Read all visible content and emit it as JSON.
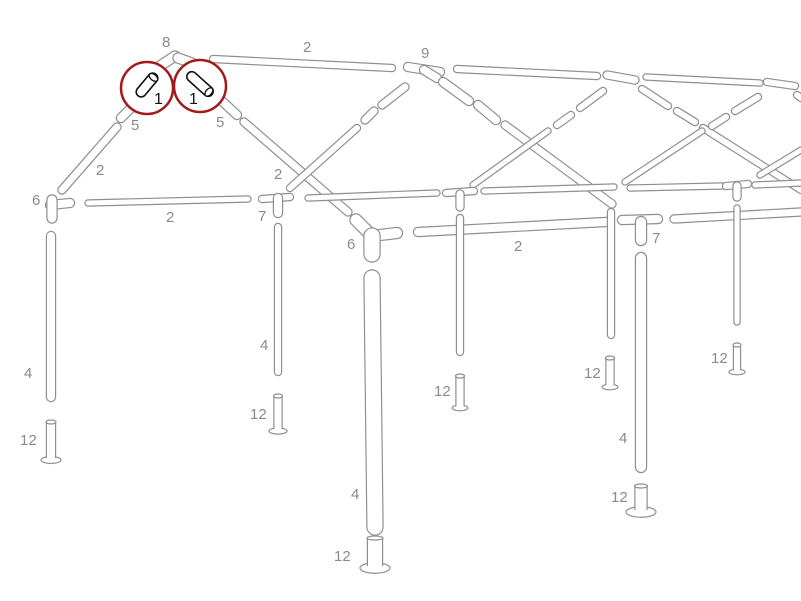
{
  "diagram": {
    "part_labels": [
      "8",
      "2",
      "9",
      "5",
      "5",
      "2",
      "6",
      "2",
      "2",
      "7",
      "6",
      "2",
      "7",
      "4",
      "4",
      "12",
      "12",
      "12",
      "12",
      "12",
      "4",
      "4",
      "12",
      "12"
    ],
    "highlighted_parts": [
      "1",
      "1"
    ],
    "colors": {
      "pipe_outline": "#8f8f8f",
      "pipe_fill": "#ffffff",
      "highlight_ring": "#a01c1c",
      "label": "#8a8a8a"
    }
  }
}
